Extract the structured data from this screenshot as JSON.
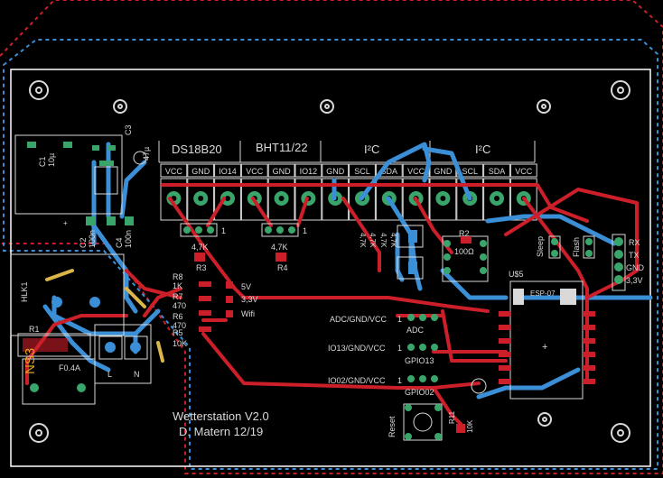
{
  "headers": {
    "ds18b20": "DS18B20",
    "bht": "BHT11/22",
    "i2c_1": "I²C",
    "i2c_2": "I²C"
  },
  "terminal_pins": [
    "VCC",
    "GND",
    "IO14",
    "VCC",
    "GND",
    "IO12",
    "GND",
    "SCL",
    "SDA",
    "VCC",
    "GND",
    "SCL",
    "SDA",
    "VCC"
  ],
  "parts": {
    "c3": "C3",
    "c3_val": "47µ",
    "c1": "C1",
    "c1_val": "10µ",
    "c2": "C2",
    "c2_val": "100n",
    "c4": "C4",
    "c4_val": "100n",
    "r3": "R3",
    "r3_val": "4,7K",
    "r4": "R4",
    "r4_val": "4,7K",
    "r8": "R8",
    "r8_val": "1K",
    "r7": "R7",
    "r7_val": "470",
    "r6": "R6",
    "r6_val": "470",
    "r5": "R5",
    "r5_val": "10K",
    "led_5v": "5V",
    "led_33v": "3,3V",
    "led_wifi": "Wifi",
    "hlk": "HLK1",
    "r1": "R1",
    "fuse": "NS3",
    "fuse_val": "F0.4A",
    "term_l": "L",
    "term_n": "N",
    "r9_vals": [
      "4,7K",
      "4,7K"
    ],
    "r10_vals": [
      "4,7K",
      "4,7K"
    ],
    "r2": "R2",
    "r2_val": "100Ω",
    "esp_label": "U$5",
    "esp_name": "ESP-07",
    "sleep": "Sleep",
    "flash": "Flash",
    "header_pins": [
      "RX",
      "TX",
      "GND",
      "3,3V"
    ],
    "adc": "ADC/GND/VCC",
    "adc_short": "ADC",
    "io13": "IO13/GND/VCC",
    "io13_short": "GPIO13",
    "io02": "IO02/GND/VCC",
    "io02_short": "GPIO02",
    "one": "1",
    "reset": "Reset",
    "r11": "R11",
    "r11_val": "10K",
    "title": "Wetterstation V2.0",
    "author": "D. Matern 12/19"
  },
  "colors": {
    "top_copper": "#cc1f2a",
    "bottom_copper": "#3a8fd6",
    "pad": "#3aa56a",
    "outline": "#ffffff",
    "cut": "#cc1f2a",
    "silk_text": "#d9d9d9"
  }
}
